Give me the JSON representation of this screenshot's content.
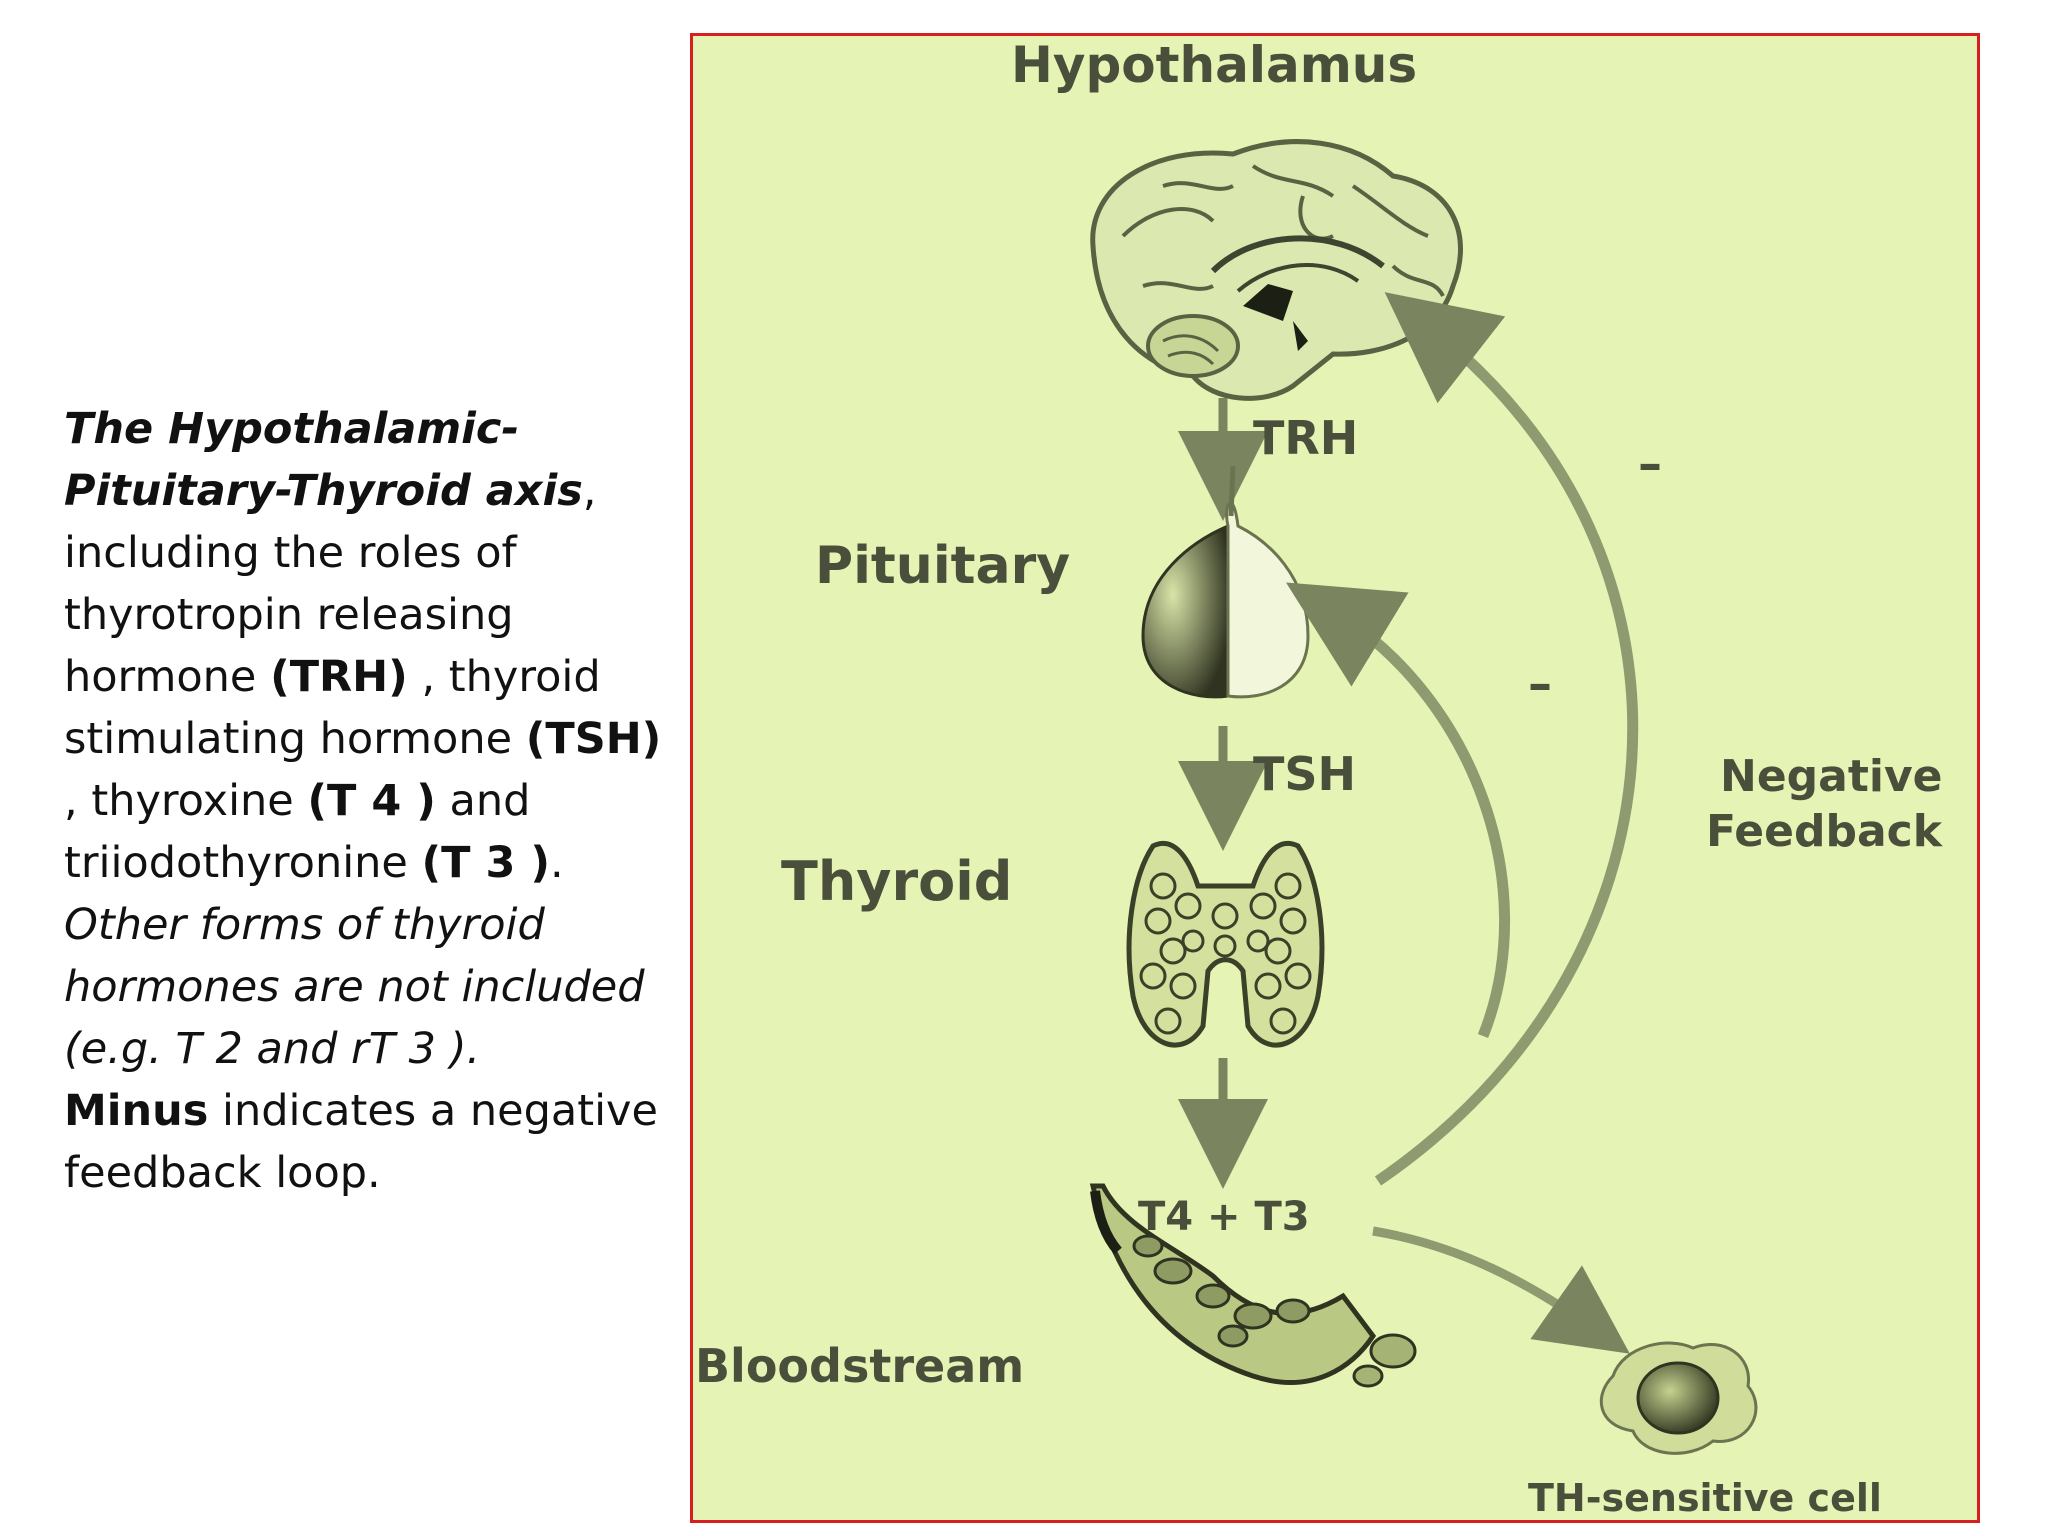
{
  "caption": {
    "title_line1": "The Hypothalamic-",
    "title_line2": "Pituitary-Thyroid axis",
    "comma": ",",
    "line3": "including the roles of",
    "line4": "thyrotropin releasing",
    "line5_pre": "hormone ",
    "line5_trh": "(TRH)",
    "line5_post": " , thyroid",
    "line6_pre": "stimulating hormone ",
    "line6_tsh": "(TSH)",
    "line7_pre": ", thyroxine  ",
    "line7_t4": "(T 4 )",
    "line7_post": " and",
    "line8_pre": "triiodothyronine  ",
    "line8_t3": "(T 3 )",
    "line8_post": ".",
    "line9": "Other forms of thyroid",
    "line10": "hormones are not included",
    "line11": "(e.g. T 2 and rT 3 ).",
    "line12_bold": "Minus",
    "line12_post": " indicates a negative",
    "line13": "feedback loop."
  },
  "diagram": {
    "hypothalamus": "Hypothalamus",
    "trh": "TRH",
    "pituitary": "Pituitary",
    "tsh": "TSH",
    "thyroid": "Thyroid",
    "t4_t3": "T4 + T3",
    "bloodstream": "Bloodstream",
    "th_cell": "TH-sensitive cell",
    "negative_feedback_line1": "Negative",
    "negative_feedback_line2": "Feedback",
    "minus_outer": "–",
    "minus_inner": "–"
  },
  "colors": {
    "frame_border": "#d81e1e",
    "diagram_background": "#e5f3b4",
    "label_text": "#4a4f3c",
    "arrow": "#7a8560"
  }
}
